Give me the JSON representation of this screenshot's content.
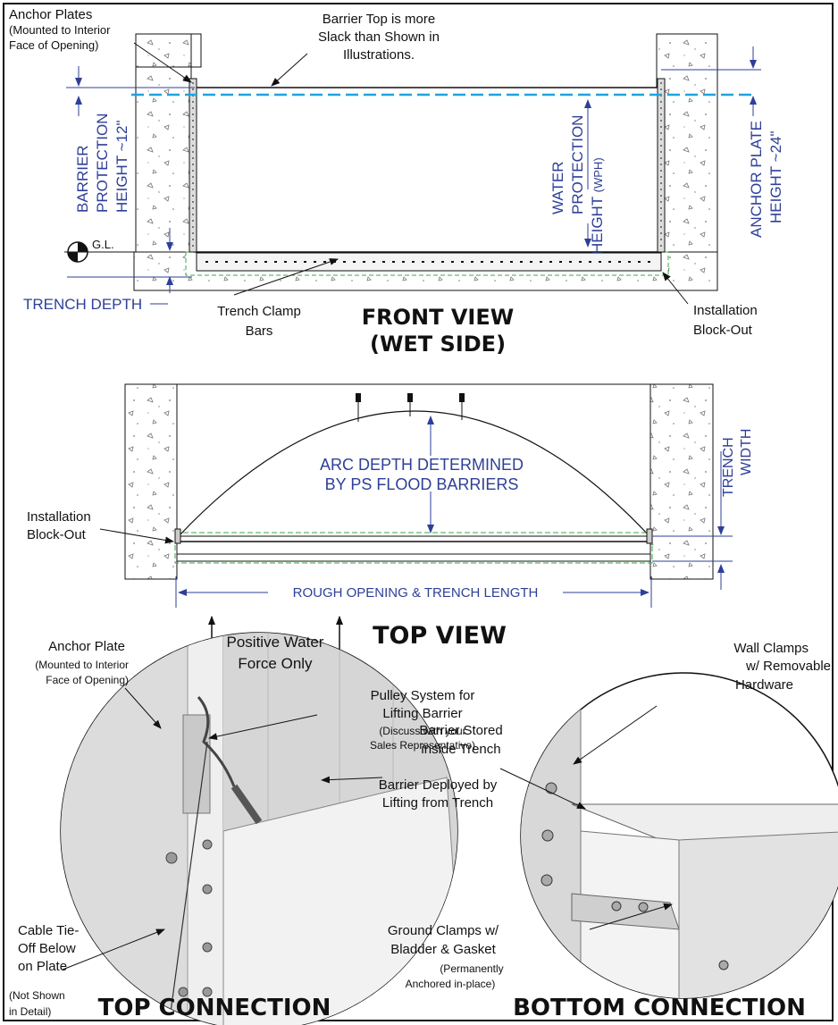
{
  "front_view": {
    "title_line1": "FRONT VIEW",
    "title_line2": "(WET SIDE)",
    "anchor_plates": [
      "Anchor Plates",
      "(Mounted to Interior",
      "Face of Opening)"
    ],
    "barrier_top_note": [
      "Barrier Top is more",
      "Slack than Shown in",
      "Illustrations."
    ],
    "barrier_protection_height": [
      "BARRIER",
      "PROTECTION",
      "HEIGHT ~12\""
    ],
    "water_protection_height": [
      "WATER",
      "PROTECTION",
      "HEIGHT"
    ],
    "wph_abbrev": "(WPH)",
    "anchor_plate_height": [
      "ANCHOR PLATE",
      "HEIGHT ~24\""
    ],
    "ground_level": "G.L.",
    "trench_depth": "TRENCH DEPTH",
    "trench_clamp_bars": [
      "Trench Clamp",
      "Bars"
    ],
    "installation_block_out": [
      "Installation",
      "Block-Out"
    ]
  },
  "top_view": {
    "title": "TOP VIEW",
    "arc_depth": [
      "ARC DEPTH DETERMINED",
      "BY PS FLOOD BARRIERS"
    ],
    "trench_width": [
      "TRENCH",
      "WIDTH"
    ],
    "installation_block_out": [
      "Installation",
      "Block-Out"
    ],
    "rough_opening": "ROUGH OPENING & TRENCH LENGTH",
    "positive_water": [
      "Positive Water",
      "Force Only"
    ]
  },
  "top_connection": {
    "title": "TOP CONNECTION",
    "anchor_plate": [
      "Anchor Plate",
      "(Mounted to Interior",
      "Face of Opening)"
    ],
    "pulley_system": [
      "Pulley System for",
      "Lifting Barrier"
    ],
    "pulley_note": [
      "(Discuss with your",
      "Sales Representative)"
    ],
    "barrier_deployed": [
      "Barrier Deployed by",
      "Lifting from Trench"
    ],
    "cable_tie_off": [
      "Cable Tie-",
      "Off Below",
      "on Plate"
    ],
    "cable_note": [
      "(Not Shown",
      "in Detail)"
    ]
  },
  "bottom_connection": {
    "title": "BOTTOM CONNECTION",
    "wall_clamps": [
      "Wall Clamps",
      "w/ Removable",
      "Hardware"
    ],
    "barrier_stored": [
      "Barrier Stored",
      "inside Trench"
    ],
    "ground_clamps": [
      "Ground Clamps w/",
      "Bladder & Gasket"
    ],
    "ground_note": [
      "(Permanently",
      "Anchored in-place)"
    ]
  },
  "colors": {
    "annotation_blue": "#2e3f97",
    "dashed_blue": "#1fa3e0",
    "block_out_green": "#3aa845",
    "ink": "#111111"
  }
}
